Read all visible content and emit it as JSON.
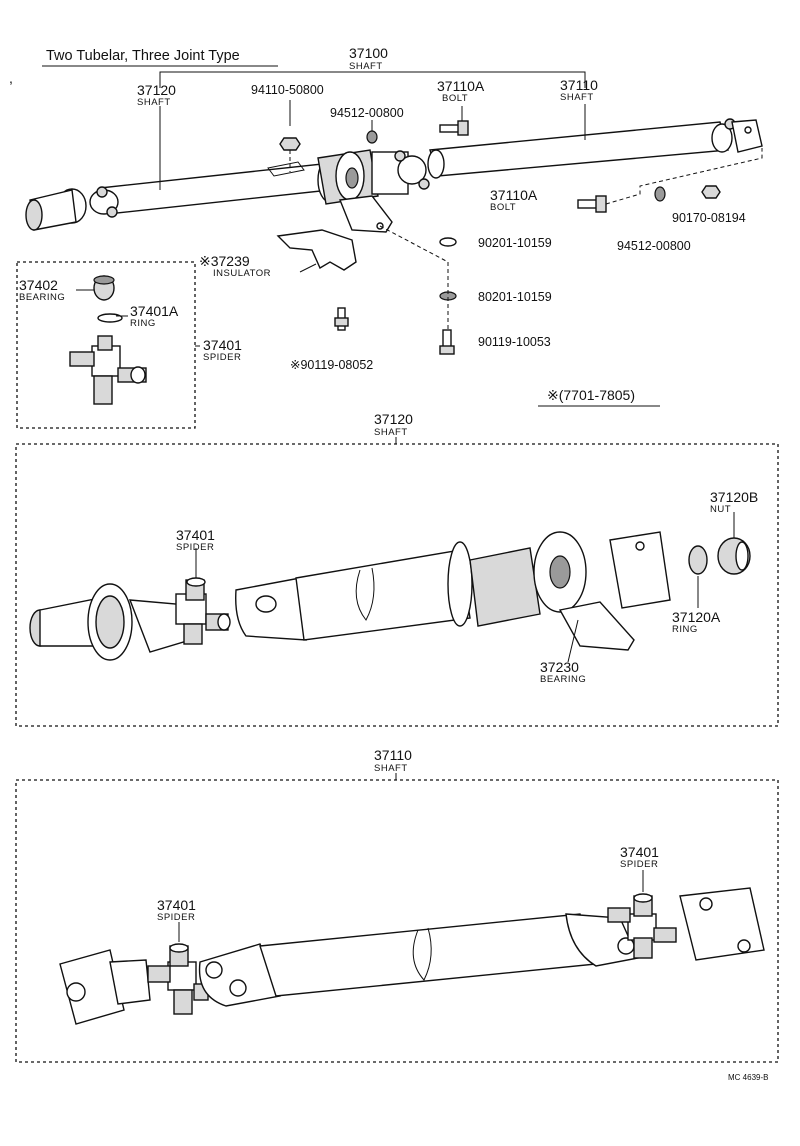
{
  "diagram": {
    "title": "Two Tubelar, Three Joint Type",
    "assembly": {
      "number": "37100",
      "name": "SHAFT"
    },
    "top_parts": {
      "shaft_37120": {
        "number": "37120",
        "name": "SHAFT"
      },
      "shaft_37110": {
        "number": "37110",
        "name": "SHAFT"
      },
      "bolt_37110A_a": {
        "number": "37110A",
        "name": "BOLT"
      },
      "bolt_37110A_b": {
        "number": "37110A",
        "name": "BOLT"
      },
      "nut_94110": {
        "number": "94110-50800"
      },
      "washer_94512_a": {
        "number": "94512-00800"
      },
      "washer_94512_b": {
        "number": "94512-00800"
      },
      "nut_90170": {
        "number": "90170-08194"
      },
      "washer_90201_a": {
        "number": "90201-10159"
      },
      "washer_90201_b": {
        "number": "80201-10159"
      },
      "bolt_90119_10053": {
        "number": "90119-10053"
      },
      "bolt_90119_08052": {
        "number": "※90119-08052"
      },
      "insulator": {
        "number": "※37239",
        "name": "INSULATOR"
      },
      "bearing_37402": {
        "number": "37402",
        "name": "BEARING"
      },
      "ring_37401A": {
        "number": "37401A",
        "name": "RING"
      },
      "spider_37401": {
        "number": "37401",
        "name": "SPIDER"
      },
      "note": "※(7701-7805)"
    },
    "middle_panel": {
      "shaft": {
        "number": "37120",
        "name": "SHAFT"
      },
      "spider": {
        "number": "37401",
        "name": "SPIDER"
      },
      "nut": {
        "number": "37120B",
        "name": "NUT"
      },
      "ring": {
        "number": "37120A",
        "name": "RING"
      },
      "bearing": {
        "number": "37230",
        "name": "BEARING"
      }
    },
    "bottom_panel": {
      "shaft": {
        "number": "37110",
        "name": "SHAFT"
      },
      "spider_left": {
        "number": "37401",
        "name": "SPIDER"
      },
      "spider_right": {
        "number": "37401",
        "name": "SPIDER"
      }
    },
    "code": "MC 4639-B",
    "mark": ","
  }
}
